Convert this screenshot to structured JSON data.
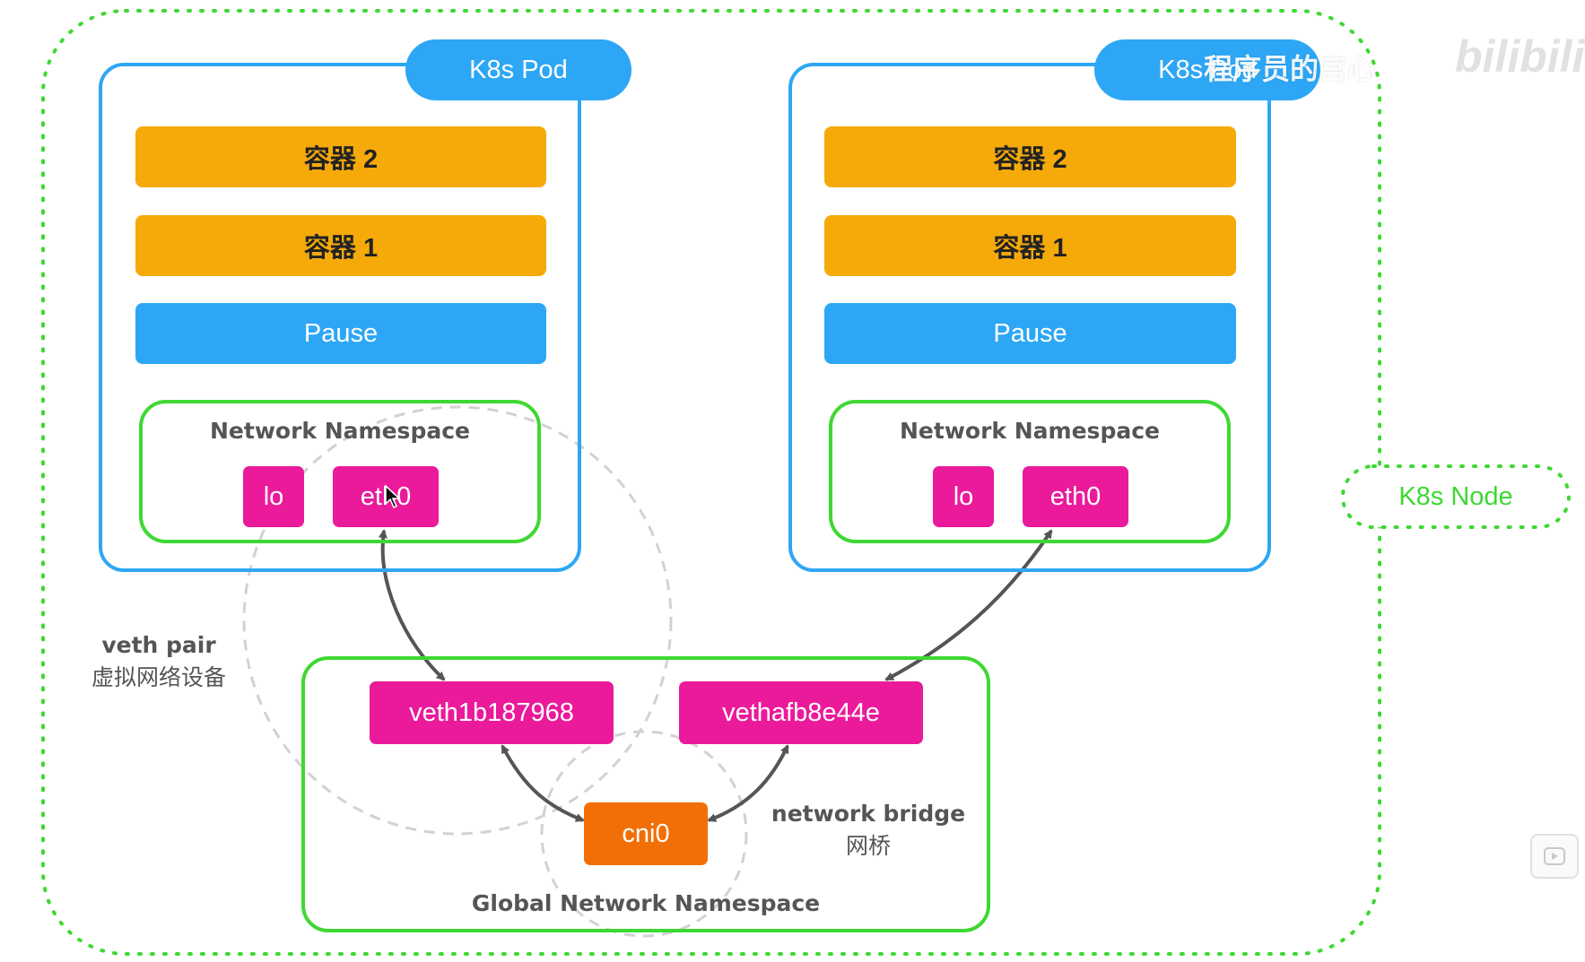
{
  "node": {
    "label": "K8s Node"
  },
  "pods": [
    {
      "tag": "K8s Pod",
      "container_2": "容器 2",
      "container_1": "容器 1",
      "pause": "Pause",
      "namespace_title": "Network Namespace",
      "iface_lo": "lo",
      "iface_eth0": "eth0"
    },
    {
      "tag": "K8s Pod",
      "container_2": "容器 2",
      "container_1": "容器 1",
      "pause": "Pause",
      "namespace_title": "Network Namespace",
      "iface_lo": "lo",
      "iface_eth0": "eth0"
    }
  ],
  "global_namespace": {
    "title": "Global Network Namespace",
    "veth_left": "veth1b187968",
    "veth_right": "vethafb8e44e",
    "bridge": "cni0"
  },
  "annotations": {
    "veth_pair_en": "veth pair",
    "veth_pair_cn": "虚拟网络设备",
    "bridge_en": "network bridge",
    "bridge_cn": "网桥"
  },
  "watermark": {
    "text": "程序员的宫心",
    "logo": "bilibili"
  },
  "colors": {
    "pod_blue": "#2da7f5",
    "container_orange": "#f5aa0a",
    "namespace_green": "#3ed832",
    "iface_pink": "#ea1a9b",
    "bridge_orange": "#f16f06"
  },
  "icons": {
    "player_button": "play-icon",
    "cursor": "mouse-pointer-icon"
  }
}
